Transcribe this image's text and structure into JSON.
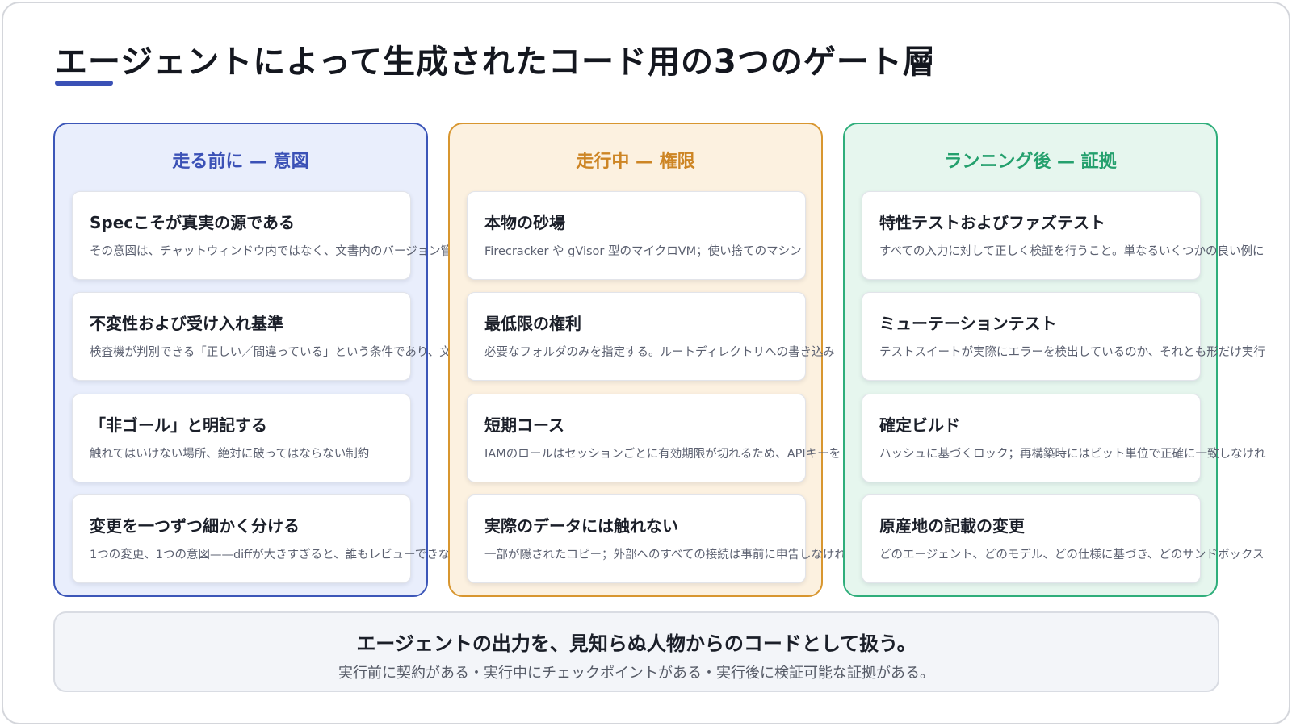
{
  "title": "エージェントによって生成されたコード用の3つのゲート層",
  "columns": [
    {
      "title": "走る前に — 意図",
      "color": "#3b51b6",
      "cards": [
        {
          "title": "Specこそが真実の源である",
          "desc": "その意図は、チャットウィンドウ内ではなく、文書内のバージョン管"
        },
        {
          "title": "不変性および受け入れ基準",
          "desc": "検査機が判別できる「正しい／間違っている」という条件であり、文"
        },
        {
          "title": "「非ゴール」と明記する",
          "desc": "触れてはいけない場所、絶対に破ってはならない制約"
        },
        {
          "title": "変更を一つずつ細かく分ける",
          "desc": "1つの変更、1つの意図——diffが大きすぎると、誰もレビューできな"
        }
      ]
    },
    {
      "title": "走行中 — 権限",
      "color": "#cd8524",
      "cards": [
        {
          "title": "本物の砂場",
          "desc": "Firecracker や gVisor 型のマイクロVM；使い捨てのマシン"
        },
        {
          "title": "最低限の権利",
          "desc": "必要なフォルダのみを指定する。ルートディレクトリへの書き込み"
        },
        {
          "title": "短期コース",
          "desc": "IAMのロールはセッションごとに有効期限が切れるため、APIキーを"
        },
        {
          "title": "実際のデータには触れない",
          "desc": "一部が隠されたコピー；外部へのすべての接続は事前に申告しなけれ"
        }
      ]
    },
    {
      "title": "ランニング後 — 証拠",
      "color": "#24a06d",
      "cards": [
        {
          "title": "特性テストおよびファズテスト",
          "desc": "すべての入力に対して正しく検証を行うこと。単なるいくつかの良い例に"
        },
        {
          "title": "ミューテーションテスト",
          "desc": "テストスイートが実際にエラーを検出しているのか、それとも形だけ実行"
        },
        {
          "title": "確定ビルド",
          "desc": "ハッシュに基づくロック；再構築時にはビット単位で正確に一致しなけれ"
        },
        {
          "title": "原産地の記載の変更",
          "desc": "どのエージェント、どのモデル、どの仕様に基づき、どのサンドボックス"
        }
      ]
    }
  ],
  "summary": {
    "main": "エージェントの出力を、見知らぬ人物からのコードとして扱う。",
    "sub": "実行前に契約がある・実行中にチェックポイントがある・実行後に検証可能な証拠がある。"
  }
}
